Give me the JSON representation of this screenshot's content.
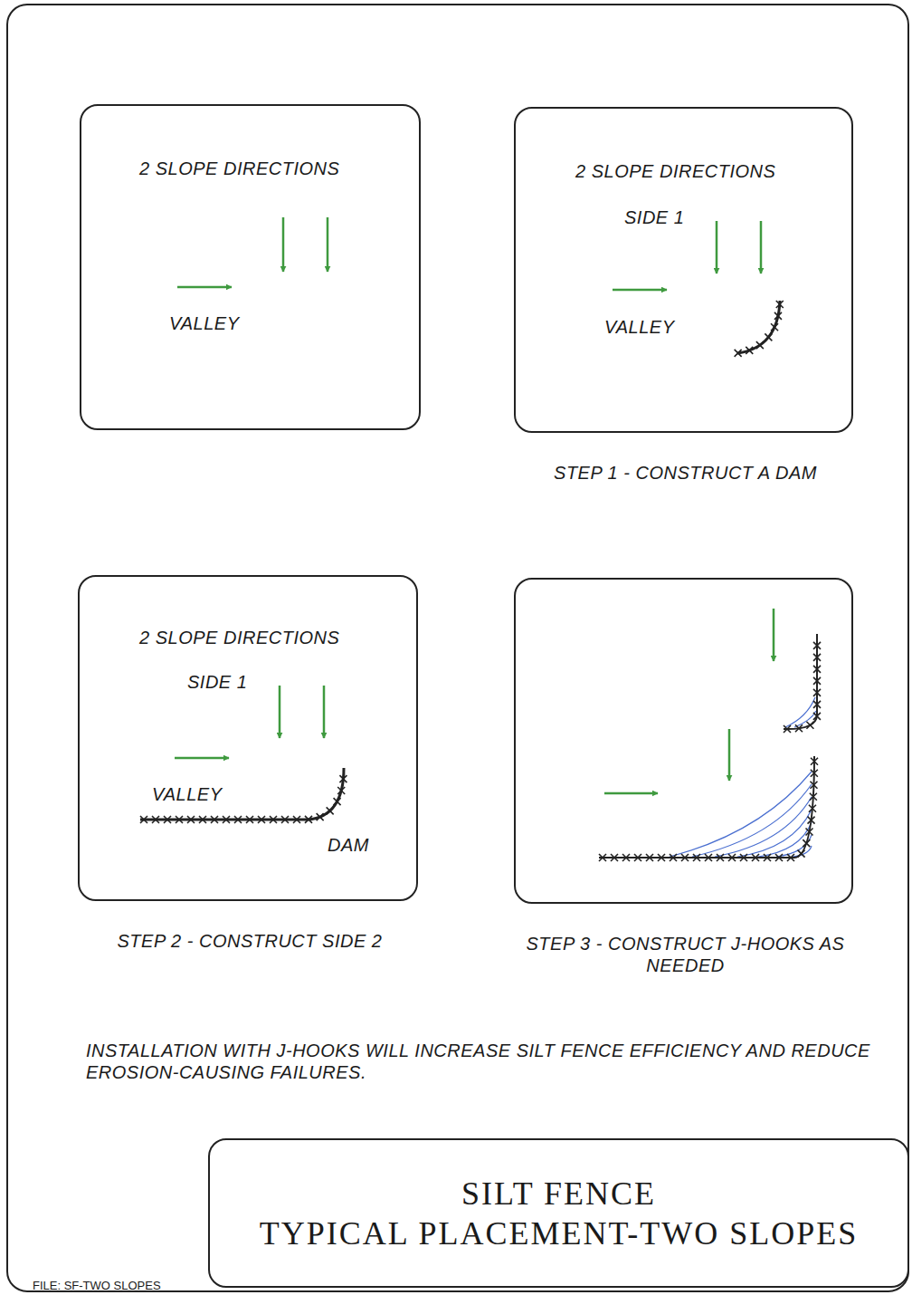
{
  "diagram": {
    "title": "SILT FENCE TYPICAL PLACEMENT-TWO SLOPES",
    "nodes": [
      {
        "text": [
          "2 SLOPE DIRECTIONS",
          "VALLEY"
        ]
      },
      {
        "text": [
          "2 SLOPE DIRECTIONS",
          "SIDE 1",
          "VALLEY",
          "STEP 1 - CONSTRUCT A DAM"
        ]
      },
      {
        "text": [
          "2 SLOPE DIRECTIONS",
          "SIDE 1",
          "VALLEY",
          "DAM",
          "STEP 2 - CONSTRUCT SIDE 2"
        ]
      },
      {
        "text": [
          "STEP 3 - CONSTRUCT J-HOOKS AS NEEDED"
        ]
      },
      {
        "text": [
          "SILT FENCE TYPICAL PLACEMENT-TWO SLOPES"
        ]
      }
    ],
    "labels": [
      "INSTALLATION WITH J-HOOKS WILL INCREASE SILT FENCE EFFICIENCY AND REDUCE EROSION-CAUSING FAILURES.",
      "FILE: SF-TWO SLOPES"
    ]
  }
}
